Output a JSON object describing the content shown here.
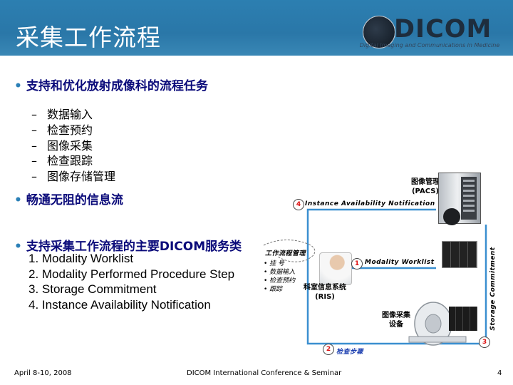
{
  "header": {
    "title": "采集工作流程",
    "logo_word": "DICOM",
    "logo_tagline": "Digital Imaging and Communications in Medicine"
  },
  "bullets": {
    "b1": "支持和优化放射成像科的流程任务",
    "b1_items": [
      "数据输入",
      "检查预约",
      "图像采集",
      "检查跟踪",
      "图像存储管理"
    ],
    "b2": "畅通无阻的信息流",
    "b3": "支持采集工作流程的主要DICOM服务类",
    "b3_items": [
      "1. Modality Worklist",
      "2. Modality Performed Procedure Step",
      "3. Storage Commitment",
      "4. Instance Availability Notification"
    ]
  },
  "diagram": {
    "pacs_label_1": "图像管理",
    "pacs_label_2": "(PACS)",
    "ian_num": "4",
    "ian_label": "Instance Availability Notification",
    "mwl_num": "1",
    "mwl_label": "Modality Worklist",
    "sc_num": "3",
    "sc_label": "Storage Commitment",
    "mpps_num": "2",
    "mpps_label": "检查步骤",
    "ris_list_title": "工作流程管理",
    "ris_list": [
      "• 挂 号",
      "• 数据输入",
      "• 检查预约",
      "• 跟踪"
    ],
    "ris_label_1": "科室信息系统",
    "ris_label_2": "(RIS)",
    "modality_label_1": "图像采集",
    "modality_label_2": "设备"
  },
  "footer": {
    "date": "April 8-10, 2008",
    "conference": "DICOM International Conference & Seminar",
    "page": "4"
  },
  "colors": {
    "header": "#2c7fb1",
    "bullet_text": "#0b0b7a",
    "accent": "#2b80b7"
  }
}
